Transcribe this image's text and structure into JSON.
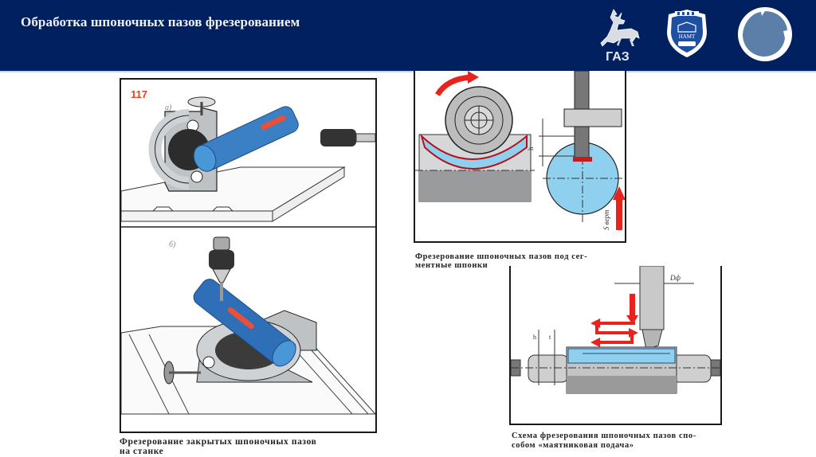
{
  "header": {
    "title": "Обработка шпоночных пазов фрезерованием",
    "background_color": "#002060",
    "logos": [
      {
        "name": "gaz-logo",
        "text": "ГАЗ"
      },
      {
        "name": "namt-logo",
        "text": "НАМТ"
      },
      {
        "name": "circle-logo",
        "text": ""
      }
    ]
  },
  "figures": {
    "left": {
      "number": "117",
      "sub_a": "а)",
      "sub_b": "б)",
      "caption_line1": "Фрезерование закрытых шпоночных пазов",
      "caption_line2": "на станке"
    },
    "top_right": {
      "label_h": "h",
      "label_feed": "S верт",
      "caption_line1": "Фрезерование шпоночных пазов под сег-",
      "caption_line2": "ментные шпонки"
    },
    "bottom_right": {
      "label_d": "Dф",
      "label_h": "h",
      "label_t": "t",
      "caption_line1": "Схема фрезерования шпоночных пазов спо-",
      "caption_line2": "собом «маятниковая подача»"
    }
  },
  "colors": {
    "accent_red": "#e8231e",
    "workpiece_blue": "#3b7fc4",
    "hatch_blue": "#8fd0ee"
  }
}
